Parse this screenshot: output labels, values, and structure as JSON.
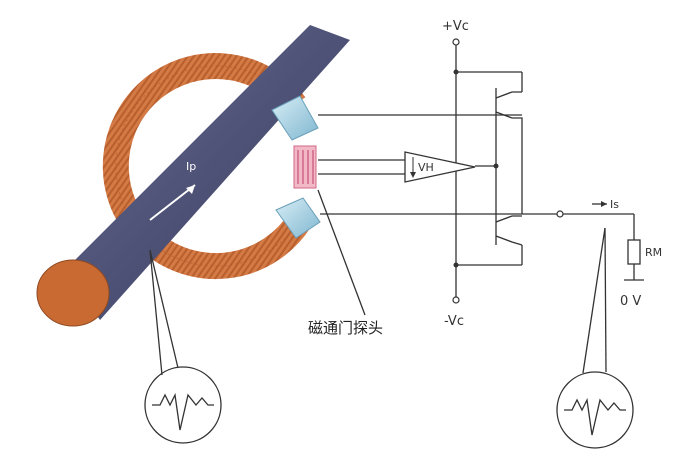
{
  "labels": {
    "vc_plus": "+Vc",
    "vc_minus": "-Vc",
    "vh": "VH",
    "is": "Is",
    "ip": "Ip",
    "rm": "RM",
    "zero_v": "0 V",
    "probe": "磁通门探头"
  },
  "colors": {
    "conductor": "#565a80",
    "conductor_end": "#c96a32",
    "coil": "#d47a45",
    "core_gap": "#a9d2e4",
    "probe": "#e38aa0",
    "wire": "#333333"
  }
}
